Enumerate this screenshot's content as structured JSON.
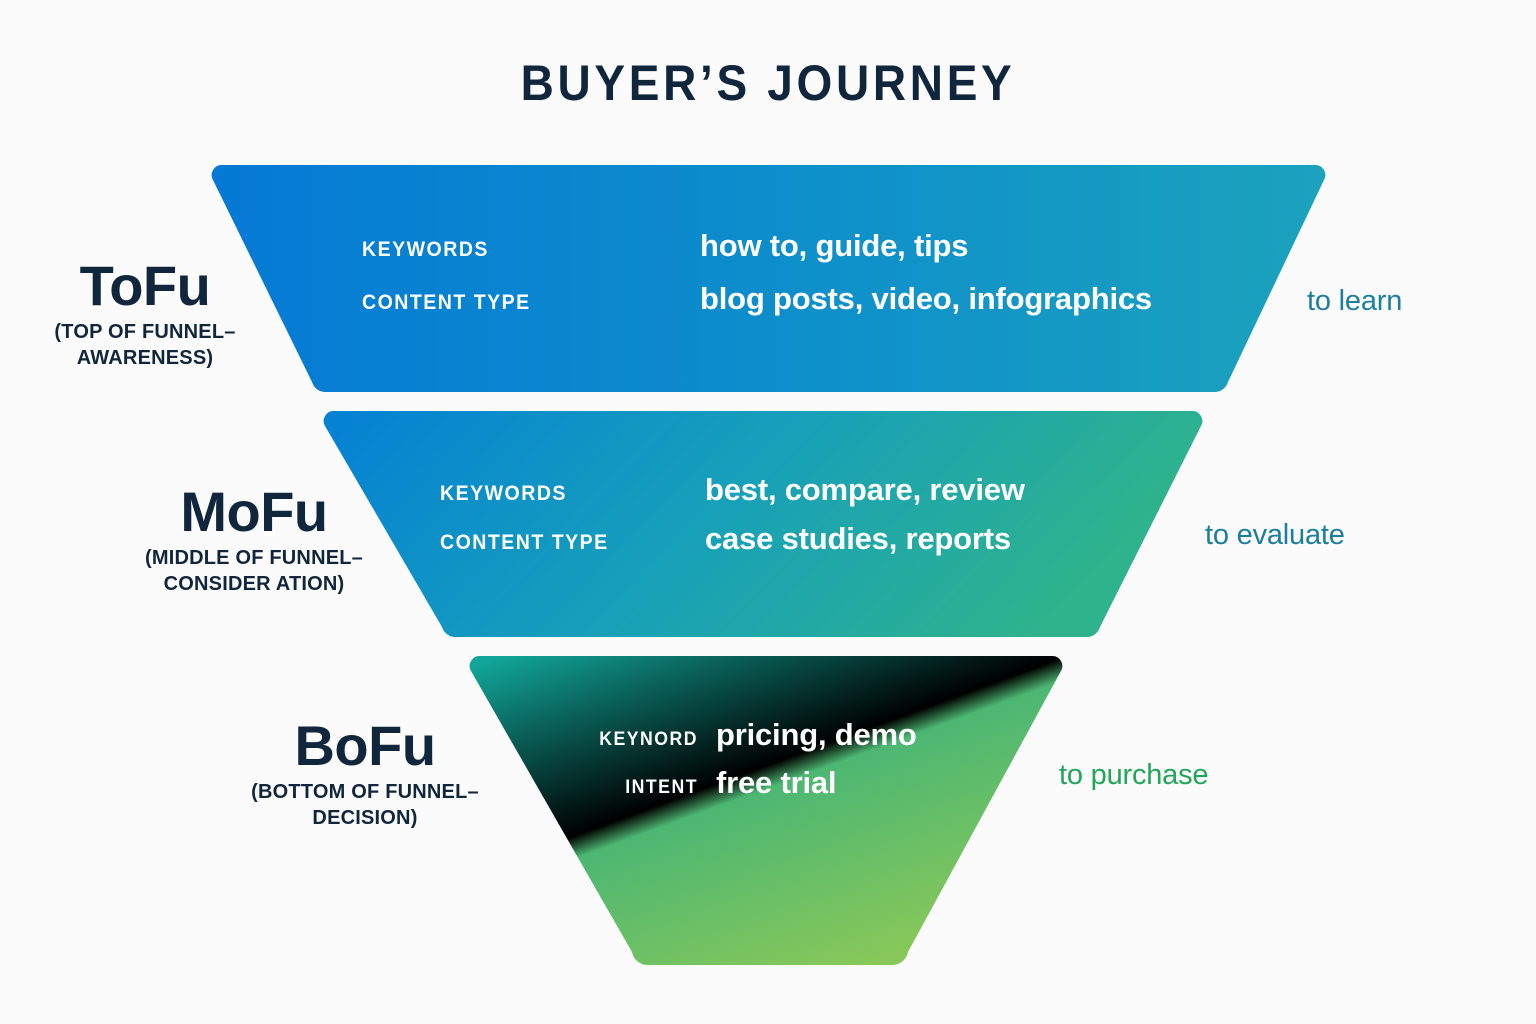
{
  "page": {
    "title": "BUYER’S JOURNEY",
    "background_color": "#fbfbfb",
    "title_color": "#10263c"
  },
  "chart_data": {
    "type": "funnel",
    "title": "BUYER’S JOURNEY",
    "stages": [
      {
        "abbr": "ToFu",
        "full_label": "(TOP OF FUNNEL–AWARENESS)",
        "full_label_line1": "(TOP OF FUNNEL–",
        "full_label_line2": "AWARENESS)",
        "rows": [
          {
            "key": "KEYWORDS",
            "value": "how to, guide, tips"
          },
          {
            "key": "CONTENT TYPE",
            "value": "blog posts, video, infographics"
          }
        ],
        "intent": "to learn",
        "intent_color": "#1d7fa0",
        "gradient_from": "#0579d5",
        "gradient_to": "#1ca2bd"
      },
      {
        "abbr": "MoFu",
        "full_label": "(MIDDLE OF FUNNEL–CONSIDER ATION)",
        "full_label_line1": "(MIDDLE OF FUNNEL–",
        "full_label_line2": "CONSIDER ATION)",
        "rows": [
          {
            "key": "KEYWORDS",
            "value": "best, compare, review"
          },
          {
            "key": "CONTENT TYPE",
            "value": "case studies, reports"
          }
        ],
        "intent": "to evaluate",
        "intent_color": "#1b7e9c",
        "gradient_from": "#0580d4",
        "gradient_to": "#2fb38c"
      },
      {
        "abbr": "BoFu",
        "full_label": "(BOTTOM OF FUNNEL–DECISION)",
        "full_label_line1": "(BOTTOM OF FUNNEL–",
        "full_label_line2": "DECISION)",
        "rows": [
          {
            "key": "KEYNORD",
            "value": "pricing, demo"
          },
          {
            "key": "INTENT",
            "value": "free trial"
          }
        ],
        "intent": "to purchase",
        "intent_color": "#22a65a",
        "gradient_from": "#11a699",
        "gradient_to": "#8cc957"
      }
    ]
  }
}
